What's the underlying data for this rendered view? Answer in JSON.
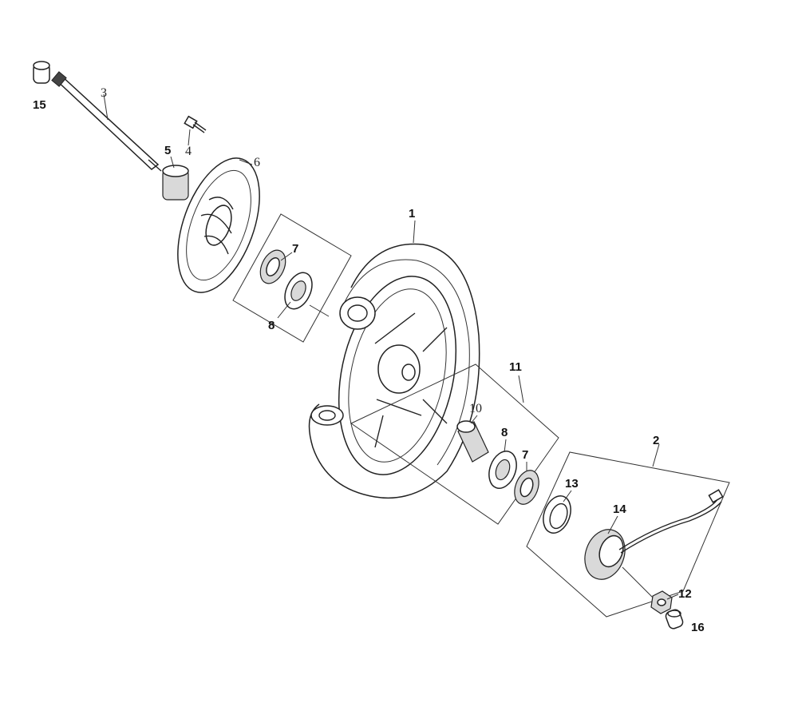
{
  "callouts": [
    {
      "id": "c1",
      "text": "1"
    },
    {
      "id": "c2",
      "text": "2"
    },
    {
      "id": "c3",
      "text": "3"
    },
    {
      "id": "c4",
      "text": "4"
    },
    {
      "id": "c5",
      "text": "5"
    },
    {
      "id": "c6",
      "text": "6"
    },
    {
      "id": "c7a",
      "text": "7"
    },
    {
      "id": "c8a",
      "text": "8"
    },
    {
      "id": "c7b",
      "text": "7"
    },
    {
      "id": "c8b",
      "text": "8"
    },
    {
      "id": "c10",
      "text": "10"
    },
    {
      "id": "c11",
      "text": "11"
    },
    {
      "id": "c12",
      "text": "12"
    },
    {
      "id": "c13",
      "text": "13"
    },
    {
      "id": "c14",
      "text": "14"
    },
    {
      "id": "c15",
      "text": "15"
    },
    {
      "id": "c16",
      "text": "16"
    }
  ]
}
